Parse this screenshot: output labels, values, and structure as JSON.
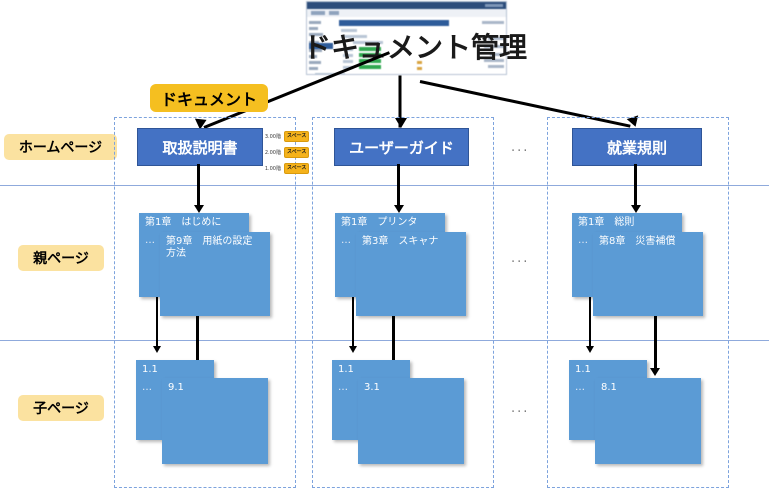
{
  "title": "ドキュメント管理",
  "doc_label": "ドキュメント",
  "row_labels": [
    {
      "id": "homepage",
      "label": "ホームページ"
    },
    {
      "id": "parent",
      "label": "親ページ"
    },
    {
      "id": "child",
      "label": "子ページ"
    }
  ],
  "ellipsis": "...",
  "space_badges": [
    {
      "num": "3.00階",
      "label": "スペース"
    },
    {
      "num": "2.00階",
      "label": "スペース"
    },
    {
      "num": "1.00階",
      "label": "スペース"
    }
  ],
  "columns": [
    {
      "id": "manual",
      "home": "取扱説明書",
      "parent_back": "第1章　はじめに",
      "parent_front": "第9章　用紙の設定\n方法",
      "parent_dots": "…",
      "child_back": "1.1",
      "child_front": "9.1",
      "child_dots": "…"
    },
    {
      "id": "userguide",
      "home": "ユーザーガイド",
      "parent_back": "第1章　プリンタ",
      "parent_front": "第3章　スキャナ",
      "parent_dots": "…",
      "child_back": "1.1",
      "child_front": "3.1",
      "child_dots": "…"
    },
    {
      "id": "workrules",
      "home": "就業規則",
      "parent_back": "第1章　総則",
      "parent_front": "第8章　災害補償",
      "parent_dots": "…",
      "child_back": "1.1",
      "child_front": "8.1",
      "child_dots": "…"
    }
  ],
  "colors": {
    "header_blue": "#4472C4",
    "card_blue": "#5B9BD5",
    "pill_yellow": "#FBE2A0",
    "doc_yellow": "#F5BF20",
    "badge_orange": "#F5B21B",
    "divider_blue": "#8FAADC",
    "group_dash": "#7DA3DD"
  }
}
